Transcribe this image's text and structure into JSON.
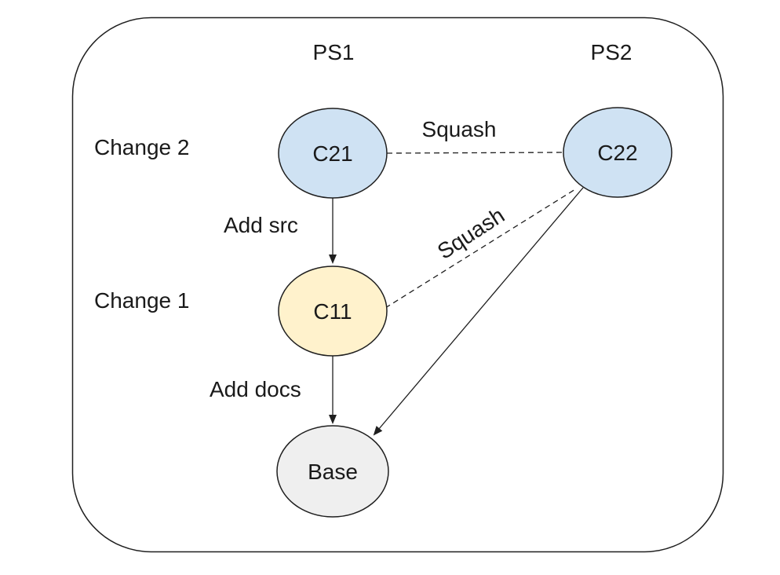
{
  "diagram": {
    "column_headers": [
      {
        "label": "PS1"
      },
      {
        "label": "PS2"
      }
    ],
    "row_headers": [
      {
        "label": "Change 2"
      },
      {
        "label": "Change 1"
      }
    ],
    "nodes": [
      {
        "id": "C21",
        "label": "C21",
        "fill": "#cfe2f3",
        "row": "Change 2",
        "column": "PS1"
      },
      {
        "id": "C22",
        "label": "C22",
        "fill": "#cfe2f3",
        "row": "Change 2",
        "column": "PS2"
      },
      {
        "id": "C11",
        "label": "C11",
        "fill": "#fff2cc",
        "row": "Change 1",
        "column": "PS1"
      },
      {
        "id": "Base",
        "label": "Base",
        "fill": "#efefef",
        "row": "",
        "column": "PS1"
      }
    ],
    "edges": [
      {
        "from": "C21",
        "to": "C11",
        "label": "Add src",
        "style": "solid-arrow"
      },
      {
        "from": "C11",
        "to": "Base",
        "label": "Add docs",
        "style": "solid-arrow"
      },
      {
        "from": "C22",
        "to": "Base",
        "label": "",
        "style": "solid-arrow"
      },
      {
        "from": "C21",
        "to": "C22",
        "label": "Squash",
        "style": "dashed"
      },
      {
        "from": "C11",
        "to": "C22",
        "label": "Squash",
        "style": "dashed"
      }
    ],
    "colors": {
      "node_blue": "#cfe2f3",
      "node_yellow": "#fff2cc",
      "node_gray": "#efefef",
      "line": "#1f1f1f",
      "background": "#ffffff"
    }
  }
}
